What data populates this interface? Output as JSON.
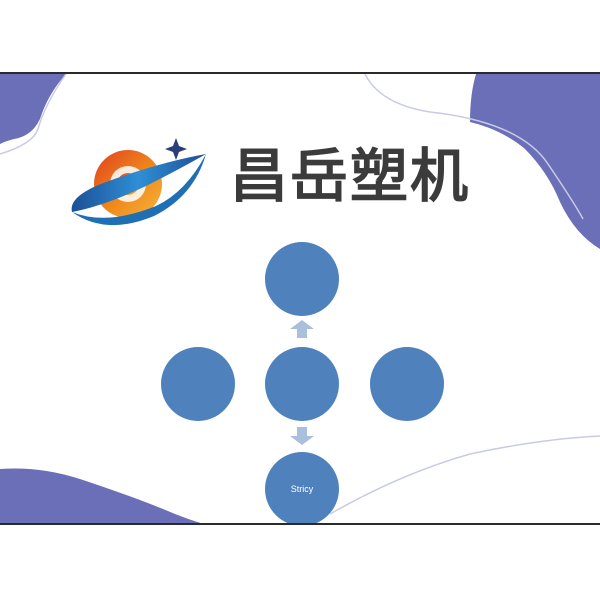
{
  "brand": {
    "name": "昌岳塑机",
    "logo_icon": "ringed-planet-logo",
    "colors": {
      "text": "#3b3b3b",
      "ring_blue": "#1f6fb5",
      "orange": "#f08a1c",
      "red": "#d94a2a"
    }
  },
  "diagram": {
    "node_color": "#4f81bd",
    "arrow_color": "#a9c0dc",
    "decor_color": "#6a6fb8",
    "nodes": {
      "top": "",
      "left": "",
      "center": "",
      "right": "",
      "bottom": "Stricy"
    },
    "arrows": [
      "up",
      "down"
    ]
  }
}
